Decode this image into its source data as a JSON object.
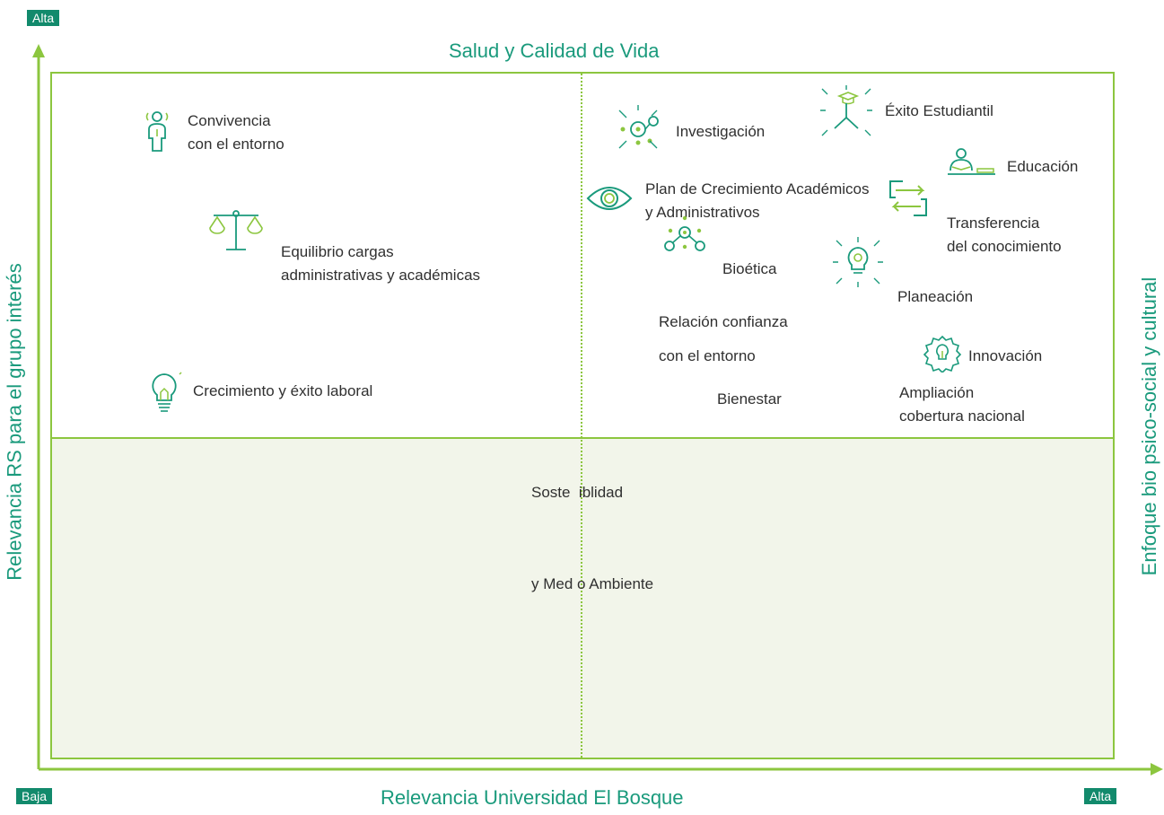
{
  "badges": {
    "top_left": "Alta",
    "bottom_left": "Baja",
    "bottom_right": "Alta"
  },
  "titles": {
    "top": "Salud y Calidad de Vida",
    "bottom": "Relevancia Universidad El Bosque",
    "left": "Relevancia RS para el grupo interés",
    "right": "Enfoque bio psico-social y cultural"
  },
  "items": {
    "convivencia": [
      "Convivencia",
      "con el entorno"
    ],
    "equilibrio": [
      "Equilibrio cargas",
      "administrativas y académicas"
    ],
    "crecimiento_laboral": "Crecimiento y éxito  laboral",
    "investigacion": "Investigación",
    "exito_estudiantil": "Éxito Estudiantil",
    "educacion": "Educación",
    "plan": [
      "Plan de Crecimiento Académicos",
      "y Administrativos"
    ],
    "transferencia": [
      "Transferencia",
      "del conocimiento"
    ],
    "bioetica": "Bioética",
    "planeacion": "Planeación",
    "relacion": [
      "Relación confianza",
      "con el entorno"
    ],
    "innovacion": "Innovación",
    "bienestar": "Bienestar",
    "ampliacion": [
      "Ampliación",
      "cobertura  nacional"
    ],
    "sostenibilidad": [
      "Soste  iblidad",
      "y Med o Ambiente"
    ]
  },
  "icons": {
    "convivencia": "person-icon",
    "equilibrio": "balance-scale-icon",
    "crecimiento_laboral": "lightbulb-icon",
    "investigacion": "network-icon",
    "exito_estudiantil": "graduation-flag-icon",
    "educacion": "reading-person-icon",
    "plan": "eye-icon",
    "transferencia": "exchange-arrows-icon",
    "bioetica": "molecule-icon",
    "planeacion": "gear-bulb-icon",
    "innovacion": "bulb-gear-icon"
  },
  "colors": {
    "teal": "#1a9a7c",
    "badge": "#128a6c",
    "green": "#8cc63f",
    "lower_fill": "#f2f5ea",
    "text": "#303030"
  }
}
